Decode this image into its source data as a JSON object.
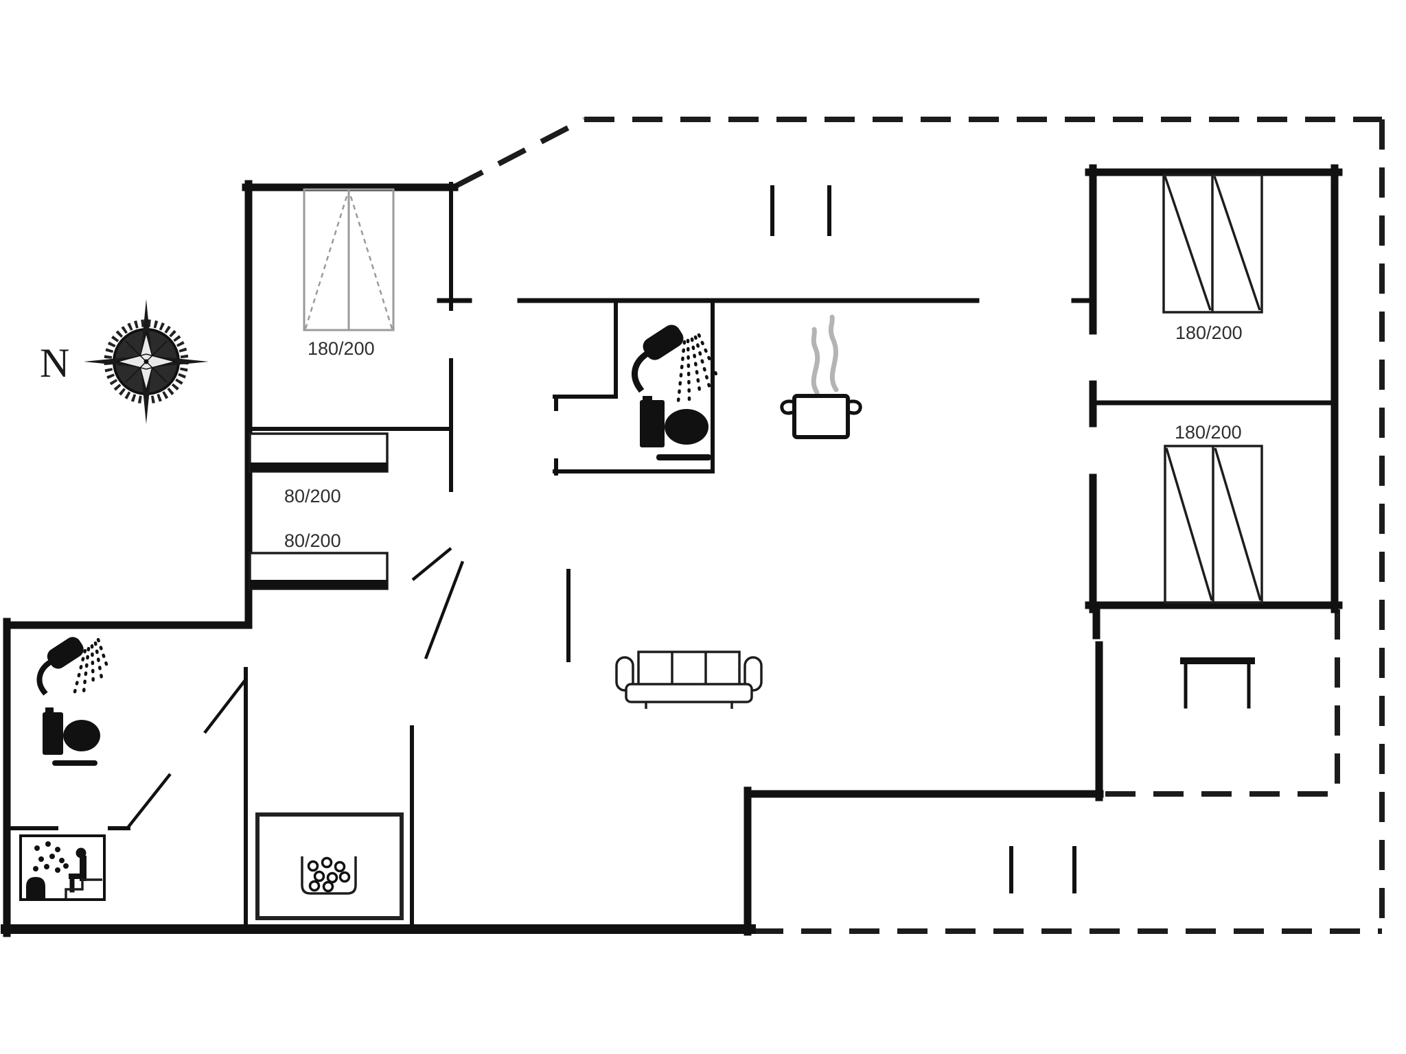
{
  "plan": {
    "north_label": "N",
    "colors": {
      "wall": "#111111",
      "terrace_dash": "#1c1c1c",
      "window_gray": "#9a9a9a",
      "steam_gray": "#b4b4b4",
      "background": "#ffffff"
    },
    "bed_labels": {
      "nw_double": "180/200",
      "west_single_upper": "80/200",
      "west_single_lower": "80/200",
      "east_double_upper": "180/200",
      "east_double_lower": "180/200"
    },
    "icons": [
      "compass-rose-icon",
      "tilt-window-icon",
      "shower-icon",
      "toilet-icon",
      "steaming-pot-icon",
      "double-bed-icon",
      "single-bed-icon",
      "sofa-icon",
      "fireplace-icon",
      "sauna-icon",
      "washing-tub-icon",
      "terrace-post-icon",
      "door-swing-icon"
    ]
  }
}
